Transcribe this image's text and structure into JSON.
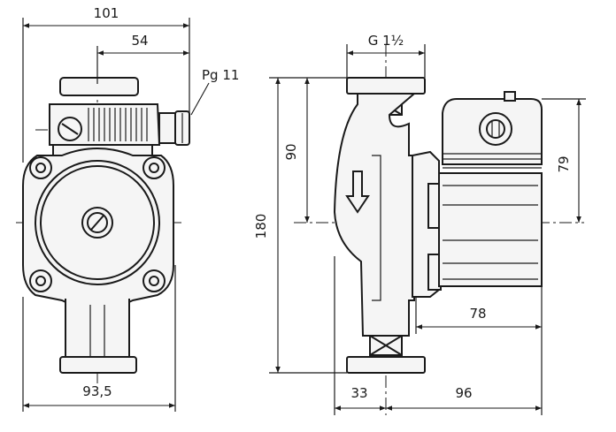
{
  "front_view": {
    "dims": {
      "overall_width": "101",
      "cable_offset": "54",
      "cable_gland": "Pg 11",
      "base_width": "93,5"
    }
  },
  "side_view": {
    "dims": {
      "thread": "G 1½",
      "total_height": "180",
      "center_height": "90",
      "box_height": "79",
      "motor_length": "78",
      "front_offset": "33",
      "rear_length": "96"
    }
  }
}
